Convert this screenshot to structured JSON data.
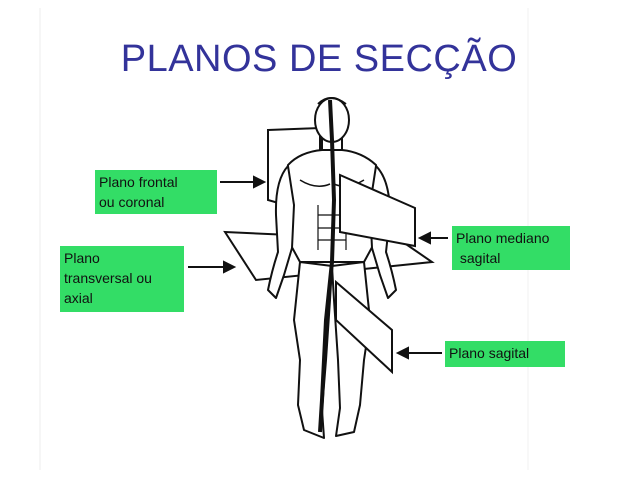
{
  "title": "PLANOS DE SECÇÃO",
  "colors": {
    "title": "#33339a",
    "label_bg": "#33dd66",
    "arrow": "#111111"
  },
  "labels": {
    "frontal": {
      "line1": "Plano frontal",
      "line2": "ou coronal"
    },
    "transversal": {
      "line1": "Plano",
      "line2": "transversal ou",
      "line3": "axial"
    },
    "mediano": {
      "line1": "Plano mediano",
      "line2": " sagital"
    },
    "sagital": {
      "line1": "Plano sagital"
    }
  }
}
